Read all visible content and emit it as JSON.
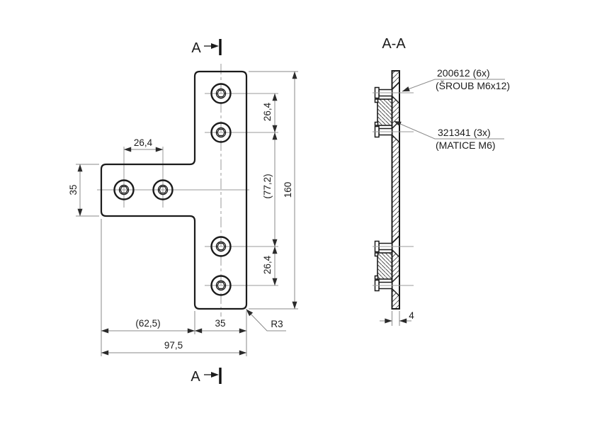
{
  "front_view": {
    "cut_label_top": "A",
    "cut_label_bottom": "A",
    "dims": {
      "hole_pitch_top": "26,4",
      "hole_pitch_arm": "26,4",
      "hole_pitch_bottom": "26,4",
      "hole_span_vertical": "(77,2)",
      "total_height": "160",
      "arm_height": "35",
      "arm_length": "(62,5)",
      "bar_width": "35",
      "total_width": "97,5",
      "corner_radius": "R3"
    }
  },
  "section_view": {
    "title": "A-A",
    "plate_thickness": "4",
    "callouts": {
      "screw": {
        "line1": "200612 (6x)",
        "line2": "(ŠROUB M6x12)"
      },
      "nut": {
        "line1": "321341 (3x)",
        "line2": "(MATICE M6)"
      }
    }
  },
  "colors": {
    "line": "#1b1b1b",
    "thin_line": "#8a8a8a",
    "background": "#ffffff"
  }
}
